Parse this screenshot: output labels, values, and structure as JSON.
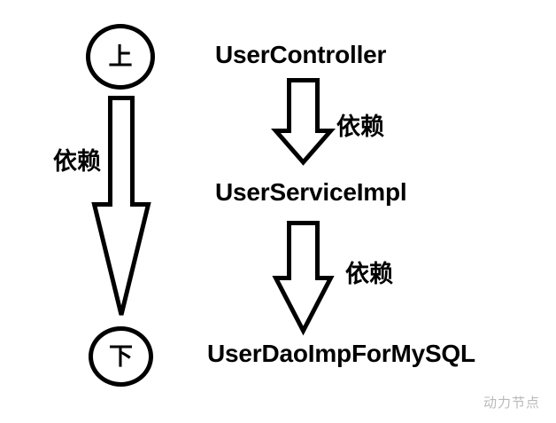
{
  "diagram": {
    "title_watermark": "动力节点",
    "left_example": {
      "top_node_label": "上",
      "bottom_node_label": "下",
      "relation_label": "依赖"
    },
    "right_chain": {
      "nodes": [
        {
          "label": "UserController"
        },
        {
          "label": "UserServiceImpl"
        },
        {
          "label": "UserDaoImpForMySQL"
        }
      ],
      "relations": [
        {
          "label": "依赖"
        },
        {
          "label": "依赖"
        }
      ]
    },
    "colors": {
      "stroke": "#000000",
      "fill": "#ffffff",
      "background": "#ffffff",
      "watermark": "#b9b9b9"
    }
  }
}
